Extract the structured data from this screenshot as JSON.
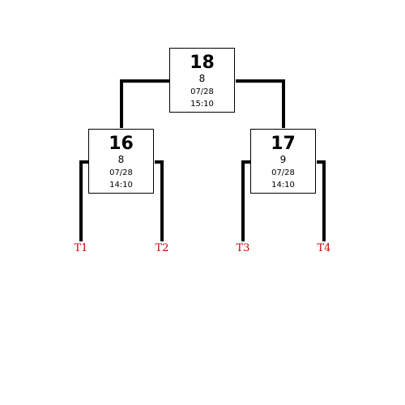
{
  "matches": {
    "final": {
      "number": "18",
      "sub": "8",
      "date": "07/28",
      "time": "15:10"
    },
    "semi_left": {
      "number": "16",
      "sub": "8",
      "date": "07/28",
      "time": "14:10"
    },
    "semi_right": {
      "number": "17",
      "sub": "9",
      "date": "07/28",
      "time": "14:10"
    }
  },
  "teams": [
    "T1",
    "T2",
    "T3",
    "T4"
  ],
  "colors": {
    "line": "#000000",
    "team_label": "#cc0000",
    "box_border": "#000000"
  }
}
